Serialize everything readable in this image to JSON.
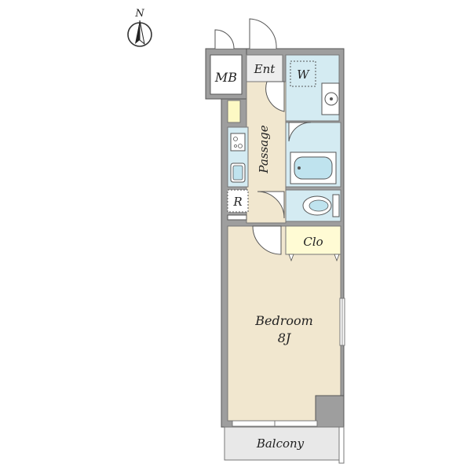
{
  "compass": {
    "label": "N",
    "icon": "north-arrow-icon"
  },
  "rooms": {
    "mb": "MB",
    "entrance": "Ent",
    "washer": "W",
    "passage": "Passage",
    "refrigerator": "R",
    "closet": "Clo",
    "bedroom": "Bedroom",
    "bedroom_size": "8J",
    "balcony": "Balcony"
  },
  "colors": {
    "wall": "#9e9e9e",
    "wall_edge": "#555555",
    "floor_wood": "#f1e7cf",
    "wet_area": "#d4ebf2",
    "closet": "#fffbd4",
    "shoe_box": "#fdf9c4",
    "entrance": "#eeeeee",
    "balcony": "#e8e8e8",
    "fixture": "#bfe3ee"
  }
}
